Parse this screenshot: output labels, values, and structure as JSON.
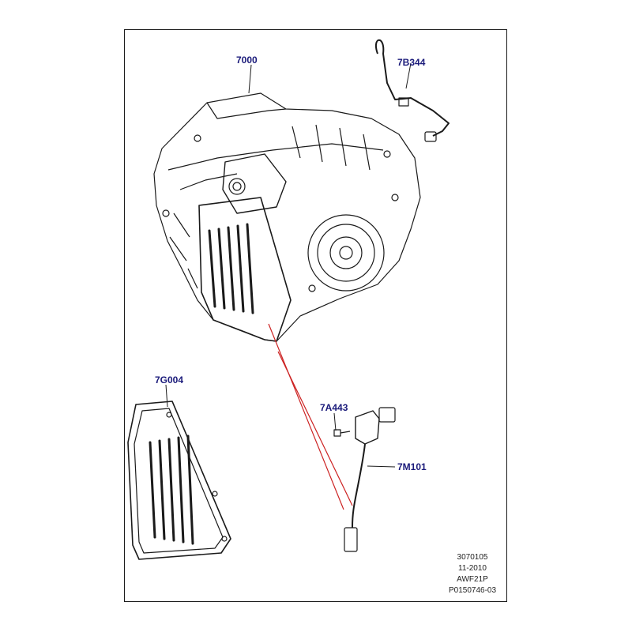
{
  "callouts": {
    "transmission": "7000",
    "harness": "7B344",
    "pan": "7G004",
    "bolt": "7A443",
    "sensor": "7M101"
  },
  "reference": [
    "3070105",
    "11-2010",
    "AWF21P",
    "P0150746-03"
  ],
  "colors": {
    "ink": "#1a1a1a",
    "callout_text": "#1a1a7a",
    "leader": "#cc2222"
  }
}
